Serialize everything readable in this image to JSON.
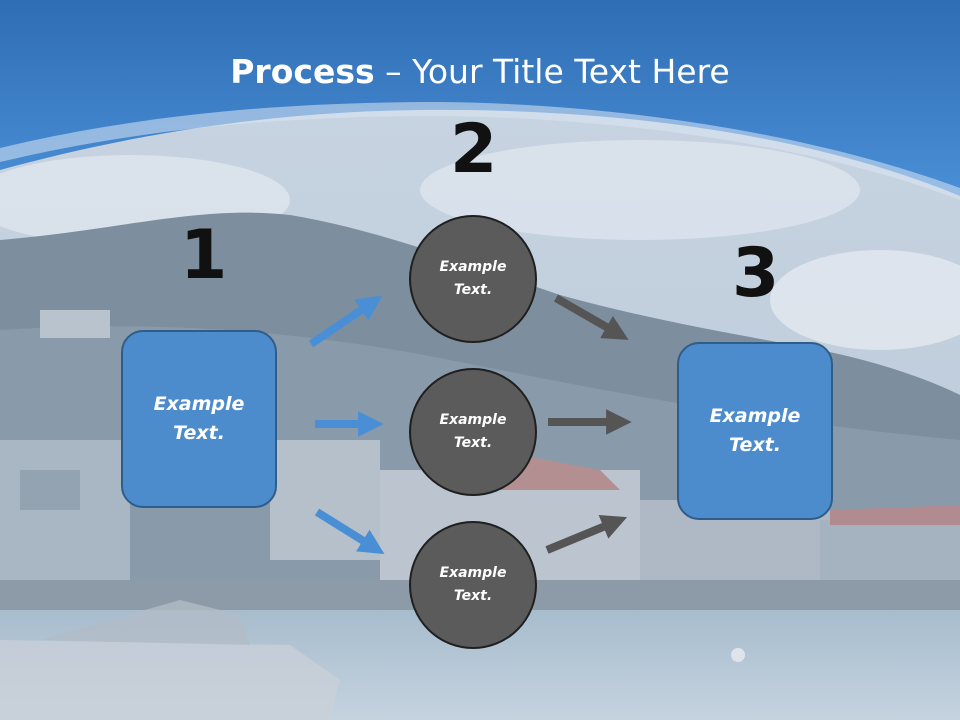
{
  "title": {
    "bold": "Process",
    "rest": " – Your Title Text Here"
  },
  "steps": [
    {
      "number": "1",
      "label": "Example Text."
    },
    {
      "number": "2"
    },
    {
      "number": "3",
      "label": "Example Text."
    }
  ],
  "circles": [
    {
      "label": "Example Text."
    },
    {
      "label": "Example Text."
    },
    {
      "label": "Example Text."
    }
  ],
  "colors": {
    "header_blue": "#3a7bc8",
    "box_fill": "#4d8ccc",
    "box_border": "#2f5d89",
    "circle_fill": "#5b5b5b",
    "circle_border": "#1f1f1f",
    "arrow_blue": "#4a8fd6",
    "arrow_gray": "#555555"
  }
}
